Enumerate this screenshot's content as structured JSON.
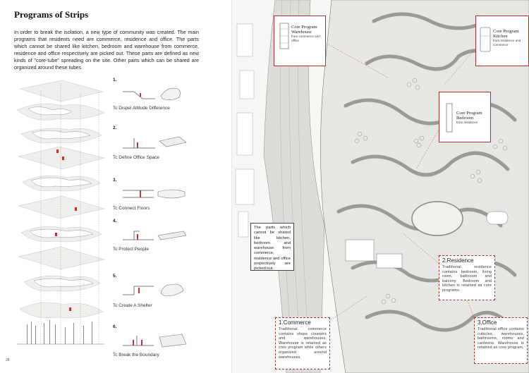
{
  "left_page": {
    "title": "Programs of Strips",
    "intro": "In order to break the isolation,  a new type of community was created. The main programs that residents need are commerce, residence and office. The parts which cannot be shared like kitchen, bedroom and warehouse from commerce, residence and office respectively are picked out. These parts are defined as new kinds of \"core-tube\" spreading on the site. Other parts which can be shared are organized around these tubes.",
    "steps": [
      {
        "num": "1.",
        "label": "Tc Dispel Altitude Difference"
      },
      {
        "num": "2.",
        "label": "Tc Define Office Space"
      },
      {
        "num": "3.",
        "label": "Tc Connect Floors"
      },
      {
        "num": "4.",
        "label": "Tc Protect People"
      },
      {
        "num": "5.",
        "label": "Tc Create A Shelter"
      },
      {
        "num": "6.",
        "label": "Tc Break the Boundary"
      }
    ],
    "page_number": "28"
  },
  "right_page": {
    "cores": [
      {
        "title_1": "Core Program",
        "title_2": "Warehouse",
        "sub": "from commerce and office"
      },
      {
        "title_1": "Core Program",
        "title_2": "Kitchen",
        "sub": "from residence and commerce"
      },
      {
        "title_1": "Core Program",
        "title_2": "Bedroom",
        "sub": "from residence"
      }
    ],
    "note": "The parts which cannot be shared like kitchen, bedroom and warehouse from commerce, residence and office respectively are picked out.",
    "programs": [
      {
        "heading": "1.Commerce",
        "body": "Traditional commerce contains shops counters and warehouses. Warehouse is retained as core program while others organized around warehouses."
      },
      {
        "heading": "2.Residence",
        "body": "Traditional residence contains bedroom, living room, bathroom and balcony. Bedroom and kitchen is retained as core programs."
      },
      {
        "heading": "3.Office",
        "body": "Traditional office contains cubicles, warehouses, bathrooms, rooms and canteens. Warehouse is retained as core program."
      }
    ]
  },
  "colors": {
    "accent_red": "#b03030",
    "map_fill": "#e6e6e2",
    "strip": "#9a9a96"
  }
}
